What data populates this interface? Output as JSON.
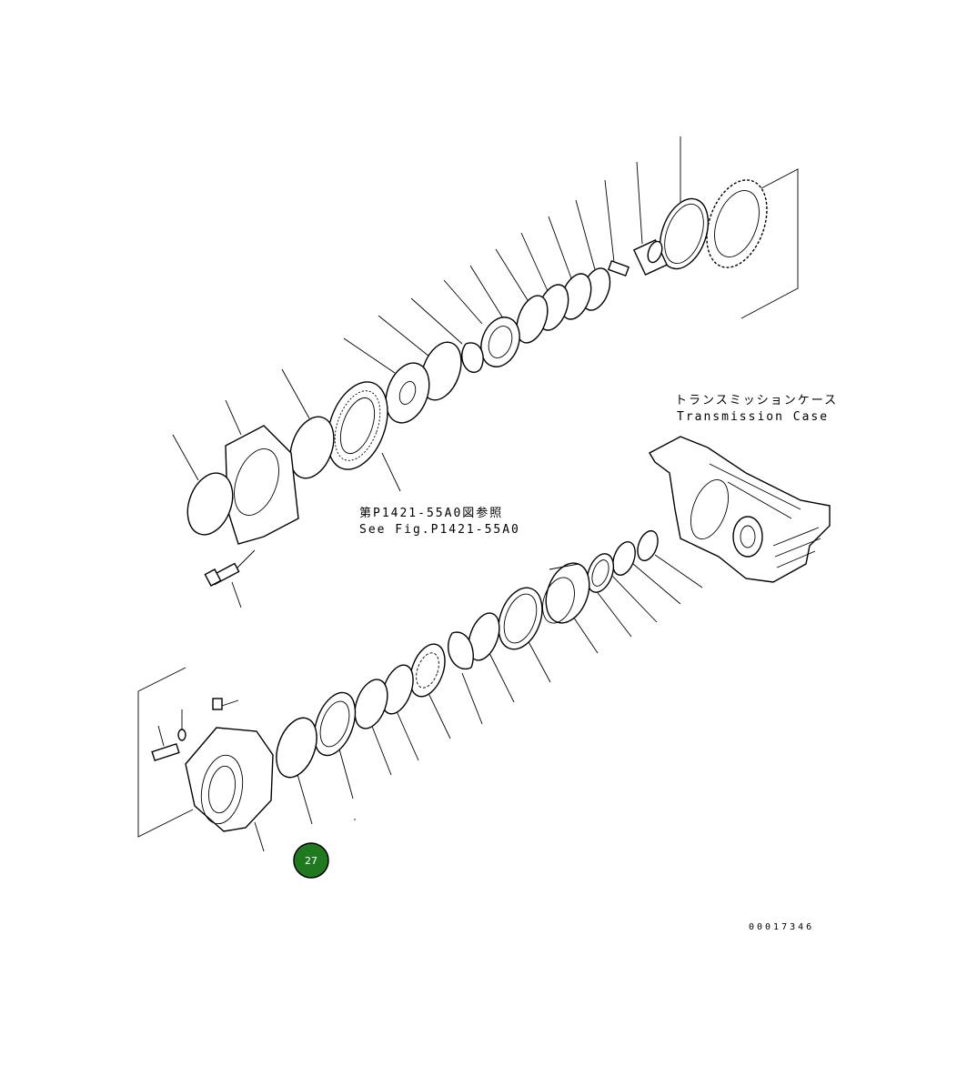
{
  "diagram": {
    "case_label_jp": "トランスミッションケース",
    "case_label_en": "Transmission Case",
    "ref_label_jp": "第P1421-55A0図参照",
    "ref_label_en": "See Fig.P1421-55A0",
    "doc_code": "00017346",
    "selected_part": {
      "number": "27",
      "color": "#1f7a1f"
    }
  }
}
